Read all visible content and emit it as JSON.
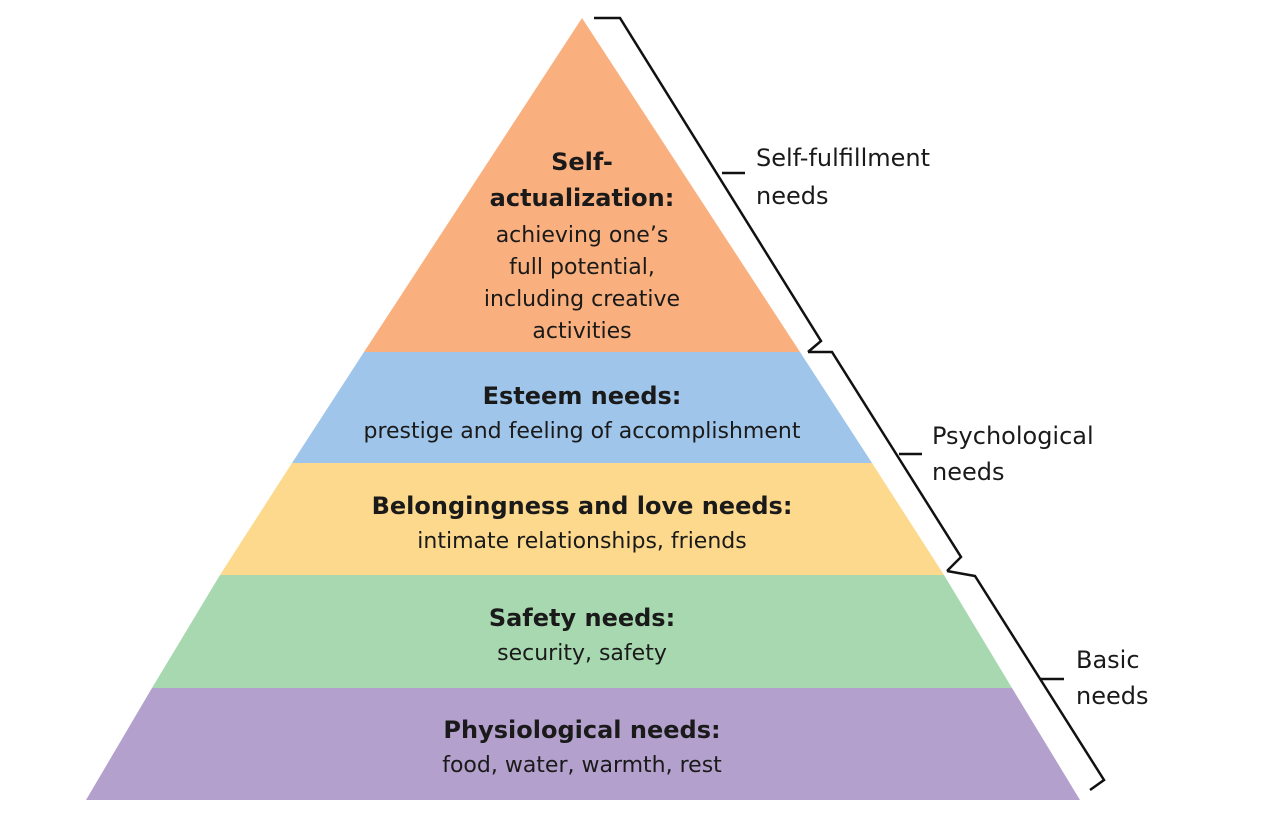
{
  "levels": [
    {
      "title_lines": [
        "Self-",
        "actualization:"
      ],
      "desc_lines": [
        "achieving one’s",
        "full potential,",
        "including creative",
        "activities"
      ],
      "color": "#f9b07e"
    },
    {
      "title": "Esteem needs:",
      "desc": "prestige and feeling of accomplishment",
      "color": "#9fc5ea"
    },
    {
      "title": "Belongingness and love needs:",
      "desc": "intimate relationships, friends",
      "color": "#fcd98c"
    },
    {
      "title": "Safety needs:",
      "desc": "security, safety",
      "color": "#a8d8b0"
    },
    {
      "title": "Physiological needs:",
      "desc": "food, water, warmth, rest",
      "color": "#b3a0cd"
    }
  ],
  "groups": [
    {
      "lines": [
        "Self-fulfillment",
        "needs"
      ]
    },
    {
      "lines": [
        "Psychological",
        "needs"
      ]
    },
    {
      "lines": [
        "Basic",
        "needs"
      ]
    }
  ]
}
